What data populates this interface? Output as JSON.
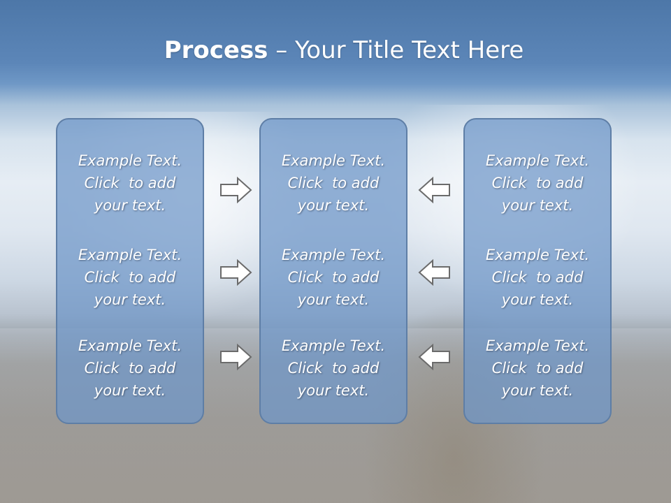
{
  "title": {
    "bold": "Process",
    "rest": " – Your Title Text Here"
  },
  "columns": [
    {
      "items": [
        {
          "line1": "Example Text.",
          "line2": "Click  to add",
          "line3": "your text."
        },
        {
          "line1": "Example Text.",
          "line2": "Click  to add",
          "line3": "your text."
        },
        {
          "line1": "Example Text.",
          "line2": "Click  to add",
          "line3": "your text."
        }
      ]
    },
    {
      "items": [
        {
          "line1": "Example Text.",
          "line2": "Click  to add",
          "line3": "your text."
        },
        {
          "line1": "Example Text.",
          "line2": "Click  to add",
          "line3": "your text."
        },
        {
          "line1": "Example Text.",
          "line2": "Click  to add",
          "line3": "your text."
        }
      ]
    },
    {
      "items": [
        {
          "line1": "Example Text.",
          "line2": "Click  to add",
          "line3": "your text."
        },
        {
          "line1": "Example Text.",
          "line2": "Click  to add",
          "line3": "your text."
        },
        {
          "line1": "Example Text.",
          "line2": "Click  to add",
          "line3": "your text."
        }
      ]
    }
  ],
  "arrows": {
    "left_group": "right-arrow-icon",
    "right_group": "left-arrow-icon"
  },
  "colors": {
    "box_fill": "#6e96c8",
    "box_border": "#5e7ea6",
    "text": "#ffffff",
    "arrow_stroke": "#6b6b6b",
    "arrow_fill": "#ffffff"
  }
}
